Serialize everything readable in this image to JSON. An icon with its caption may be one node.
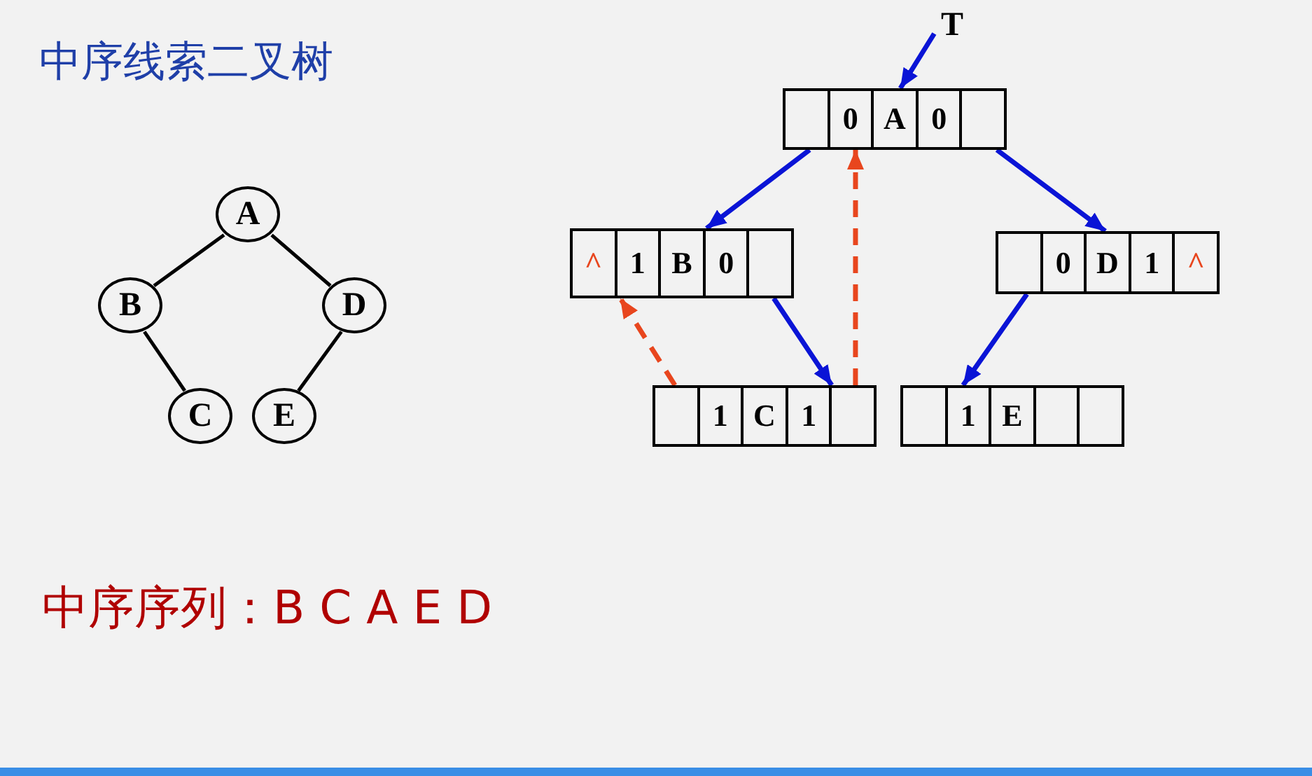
{
  "diagram": {
    "title": "中序线索二叉树",
    "nodes": [
      {
        "text": [
          "A"
        ]
      },
      {
        "text": [
          "B"
        ]
      },
      {
        "text": [
          "D"
        ]
      },
      {
        "text": [
          "C"
        ]
      },
      {
        "text": [
          "E"
        ]
      },
      {
        "text": [
          "T"
        ]
      },
      {
        "text": [
          "0",
          "A",
          "0"
        ]
      },
      {
        "text": [
          "^",
          "1",
          "B",
          "0"
        ]
      },
      {
        "text": [
          "0",
          "D",
          "1",
          "^"
        ]
      },
      {
        "text": [
          "1",
          "C",
          "1"
        ]
      },
      {
        "text": [
          "1",
          "E"
        ]
      }
    ],
    "edges": [
      {
        "from": 0,
        "to": 1,
        "arrow": "none",
        "color": "#000000"
      },
      {
        "from": 0,
        "to": 2,
        "arrow": "none",
        "color": "#000000"
      },
      {
        "from": 1,
        "to": 3,
        "arrow": "none",
        "color": "#000000"
      },
      {
        "from": 2,
        "to": 4,
        "arrow": "none",
        "color": "#000000"
      },
      {
        "from": 5,
        "to": 6,
        "arrow": "to",
        "color": "#0a14d6"
      },
      {
        "from": 6,
        "to": 7,
        "arrow": "to",
        "color": "#0a14d6"
      },
      {
        "from": 6,
        "to": 8,
        "arrow": "to",
        "color": "#0a14d6"
      },
      {
        "from": 7,
        "to": 9,
        "arrow": "to",
        "color": "#0a14d6"
      },
      {
        "from": 8,
        "to": 10,
        "arrow": "to",
        "color": "#0a14d6"
      },
      {
        "from": 9,
        "to": 7,
        "arrow": "to",
        "style": "dashed",
        "color": "#e8461e"
      },
      {
        "from": 9,
        "to": 6,
        "arrow": "to",
        "style": "dashed",
        "color": "#e8461e"
      }
    ],
    "labels": [
      "中序序列：B C A E D"
    ]
  }
}
